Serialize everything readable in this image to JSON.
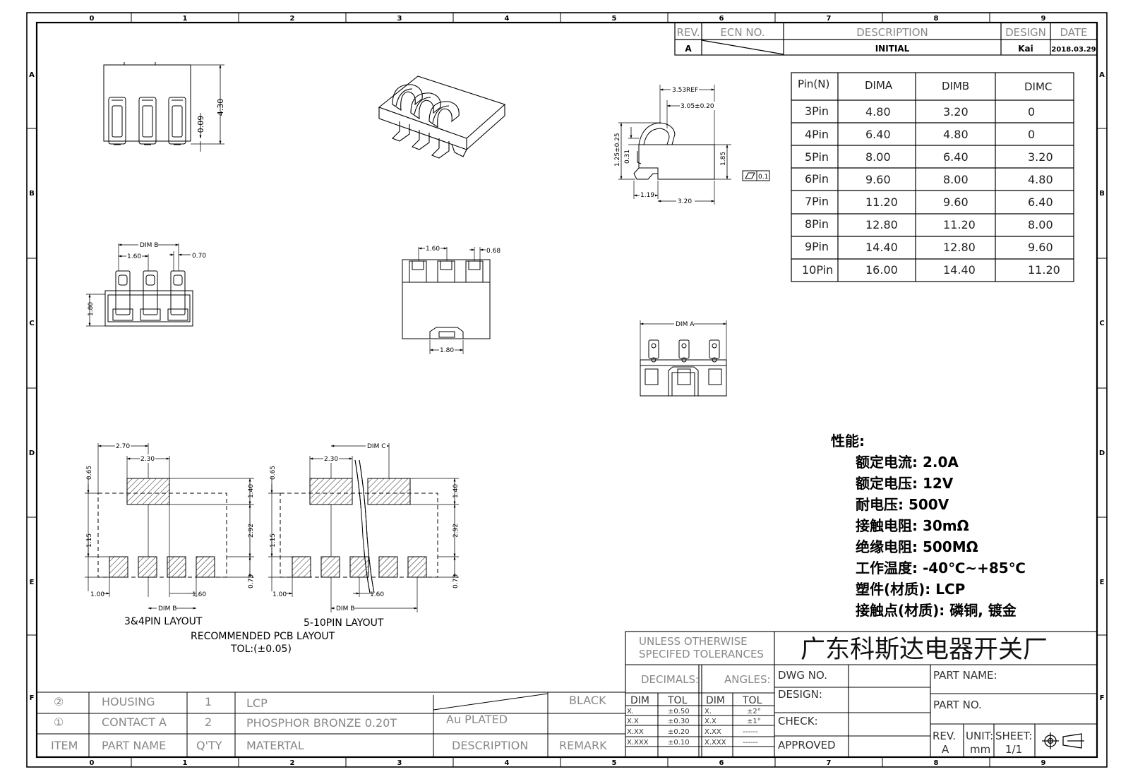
{
  "zones_cols": [
    "0",
    "1",
    "2",
    "3",
    "4",
    "5",
    "6",
    "7",
    "8",
    "9"
  ],
  "zones_rows": [
    "A",
    "B",
    "C",
    "D",
    "E",
    "F"
  ],
  "rev_table": {
    "rev_header": "REV.",
    "ecn_header": "ECN  NO.",
    "desc_header": "DESCRIPTION",
    "design_header": "DESIGN",
    "date_header": "DATE",
    "rev": "A",
    "desc": "INITIAL",
    "design": "Kai",
    "date": "2018.03.29"
  },
  "pin_table": {
    "headers": [
      "Pin(N)",
      "DIMA",
      "DIMB",
      "DIMC"
    ],
    "rows": [
      [
        "3Pin",
        "4.80",
        "3.20",
        "0"
      ],
      [
        "4Pin",
        "6.40",
        "4.80",
        "0"
      ],
      [
        "5Pin",
        "8.00",
        "6.40",
        "3.20"
      ],
      [
        "6Pin",
        "9.60",
        "8.00",
        "4.80"
      ],
      [
        "7Pin",
        "11.20",
        "9.60",
        "6.40"
      ],
      [
        "8Pin",
        "12.80",
        "11.20",
        "8.00"
      ],
      [
        "9Pin",
        "14.40",
        "12.80",
        "9.60"
      ],
      [
        "10Pin",
        "16.00",
        "14.40",
        "11.20"
      ]
    ]
  },
  "specs": {
    "title": "性能:",
    "lines": [
      "额定电流: 2.0A",
      "额定电压: 12V",
      "耐电压: 500V",
      "接触电阻: 30mΩ",
      "绝缘电阻: 500MΩ",
      "工作温度: -40℃~+85℃",
      "塑件(材质): LCP",
      "接触点(材质): 磷铜, 镀金"
    ]
  },
  "dims": {
    "top_4_30": "4.30",
    "top_0_09": "0.09",
    "side_3_53": "3.53REF",
    "side_3_05": "3.05±0.20",
    "side_1_25": "1.25±0.25",
    "side_0_31": "0.31",
    "side_1_85": "1.85",
    "side_flat": "0.1",
    "side_1_19": "1.19",
    "side_3_20": "3.20",
    "front_dimb": "DIM B",
    "front_1_60": "1.60",
    "front_0_70": "0.70",
    "front_1_80": "1.80",
    "rear_1_60": "1.60",
    "rear_0_68": "0.68",
    "rear_1_80": "1.80",
    "bottom_dima": "DIM A"
  },
  "pcb": {
    "l_2_70": "2.70",
    "l_2_30": "2.30",
    "l_0_65": "0.65",
    "l_1_40": "1.40",
    "l_2_92": "2.92",
    "l_1_15": "1.15",
    "l_0_73": "0.73",
    "l_1_00": "1.00",
    "l_dimb": "DIM B",
    "l_1_60": "1.60",
    "r_2_30": "2.30",
    "r_dimc": "DIM C",
    "r_0_65": "0.65",
    "r_1_40": "1.40",
    "r_2_92": "2.92",
    "r_1_15": "1.15",
    "r_0_73": "0.73",
    "r_1_00": "1.00",
    "r_dimb": "DIM B",
    "r_1_60": "1.60",
    "caption_left": "3&4PIN LAYOUT",
    "caption_right": "5-10PIN LAYOUT",
    "caption_main": "RECOMMENDED PCB LAYOUT",
    "caption_tol": "TOL:(±0.05)"
  },
  "bom": {
    "rows": [
      {
        "item": "②",
        "name": "HOUSING",
        "qty": "1",
        "material": "LCP",
        "desc": "",
        "remark": "BLACK"
      },
      {
        "item": "①",
        "name": "CONTACT A",
        "qty": "2",
        "material": "PHOSPHOR BRONZE 0.20T",
        "desc": "Au PLATED",
        "remark": ""
      }
    ],
    "header": {
      "item": "ITEM",
      "name": "PART NAME",
      "qty": "Q'TY",
      "material": "MATERTAL",
      "desc": "DESCRIPTION",
      "remark": "REMARK"
    }
  },
  "title_block": {
    "unless1": "UNLESS OTHERWISE",
    "unless2": "SPECIFED TOLERANCES",
    "company": "广东科斯达电器开关厂",
    "decimals": "DECIMALS:",
    "angles": "ANGLES:",
    "dim": "DIM",
    "tol": "TOL",
    "tol_rows": [
      [
        "X.",
        "±0.50",
        "X.",
        "±2°"
      ],
      [
        "X.X",
        "±0.30",
        "X.X",
        "±1°"
      ],
      [
        "X.XX",
        "±0.20",
        "X.XX",
        "------"
      ],
      [
        "X.XXX",
        "±0.10",
        "X.XXX",
        "------"
      ]
    ],
    "dwg_no": "DWG NO.",
    "design": "DESIGN:",
    "check": "CHECK:",
    "approved": "APPROVED",
    "part_name": "PART NAME:",
    "part_no": "PART NO.",
    "rev_label": "REV.",
    "rev_val": "A",
    "unit_label": "UNIT:",
    "unit_val": "mm",
    "sheet_label": "SHEET:",
    "sheet_val": "1/1"
  }
}
